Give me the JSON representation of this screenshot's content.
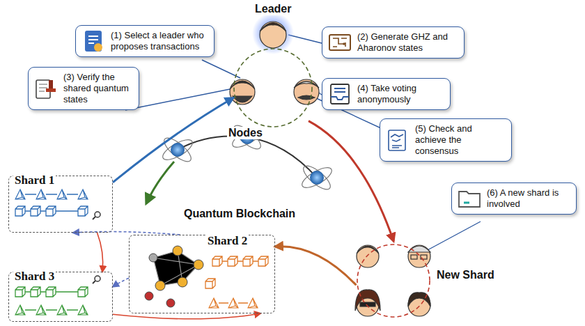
{
  "diagram": {
    "nodes": [
      {
        "text": [
          "Leader",
          "Nodes"
        ]
      },
      {
        "text": [
          "(1) Select a leader who proposes transactions"
        ]
      },
      {
        "text": [
          "(2) Generate GHZ and Aharonov states"
        ]
      },
      {
        "text": [
          "(3) Verify the shared quantum states"
        ]
      },
      {
        "text": [
          "(4) Take voting anonymously"
        ]
      },
      {
        "text": [
          "(5) Check and achieve the consensus"
        ]
      },
      {
        "text": [
          "Shard 1"
        ]
      },
      {
        "text": [
          "Shard 3"
        ]
      },
      {
        "text": [
          "Shard 2"
        ]
      },
      {
        "text": [
          "(6) A new shard is involved"
        ]
      },
      {
        "text": [
          "New Shard"
        ]
      }
    ],
    "edges": [
      {
        "from": 6,
        "to": 0,
        "arrow": "to"
      },
      {
        "from": 0,
        "to": 10,
        "arrow": "to"
      },
      {
        "from": 10,
        "to": 8,
        "arrow": "to"
      },
      {
        "from": 6,
        "to": 7,
        "arrow": "to"
      },
      {
        "from": 7,
        "to": 8,
        "arrow": "to"
      },
      {
        "from": 8,
        "to": 6,
        "arrow": "to"
      },
      {
        "from": 8,
        "to": 7,
        "arrow": "to"
      }
    ],
    "labels": [
      "Quantum Blockchain"
    ]
  }
}
